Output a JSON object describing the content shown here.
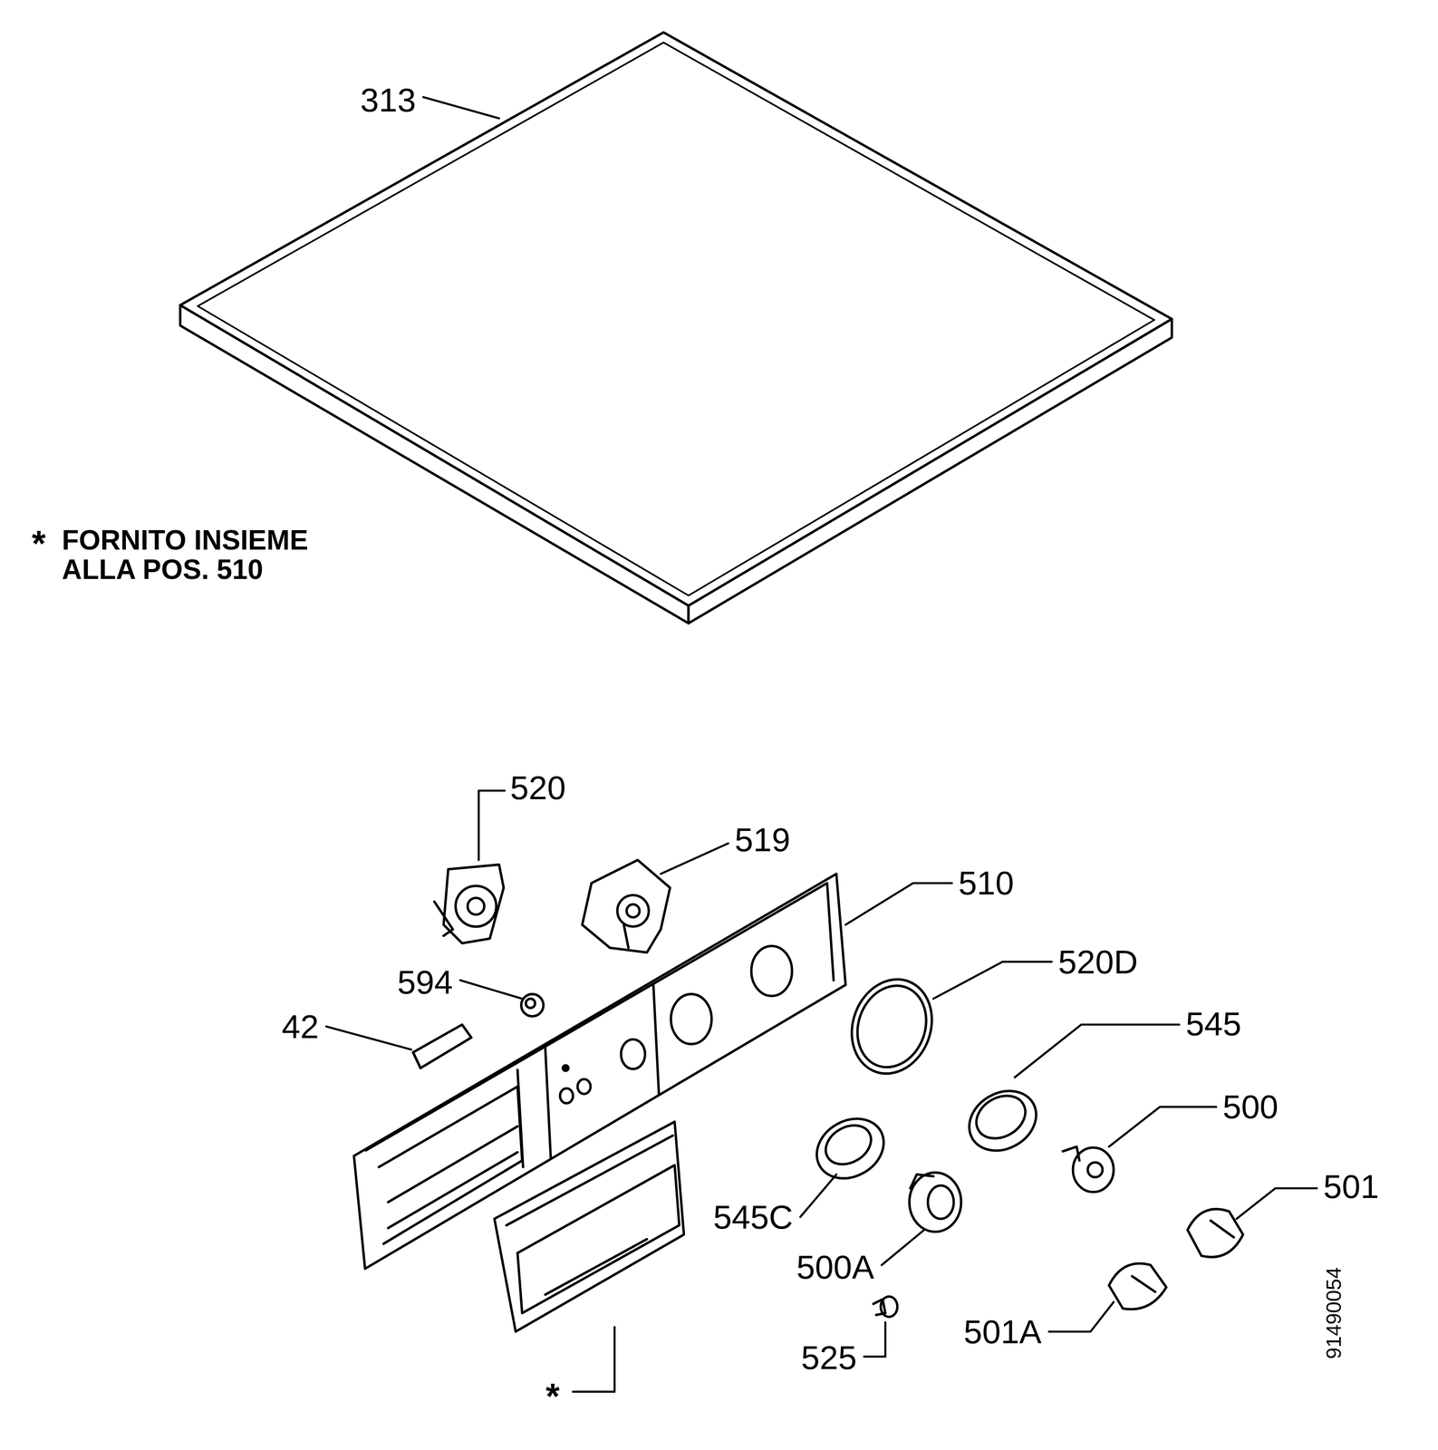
{
  "diagram": {
    "labels": [
      "313",
      "*",
      "FORNITO INSIEME ALLA POS. 510",
      "520",
      "519",
      "510",
      "594",
      "42",
      "520D",
      "545",
      "500",
      "545C",
      "501",
      "500A",
      "501A",
      "525",
      "*",
      "91490054"
    ]
  }
}
